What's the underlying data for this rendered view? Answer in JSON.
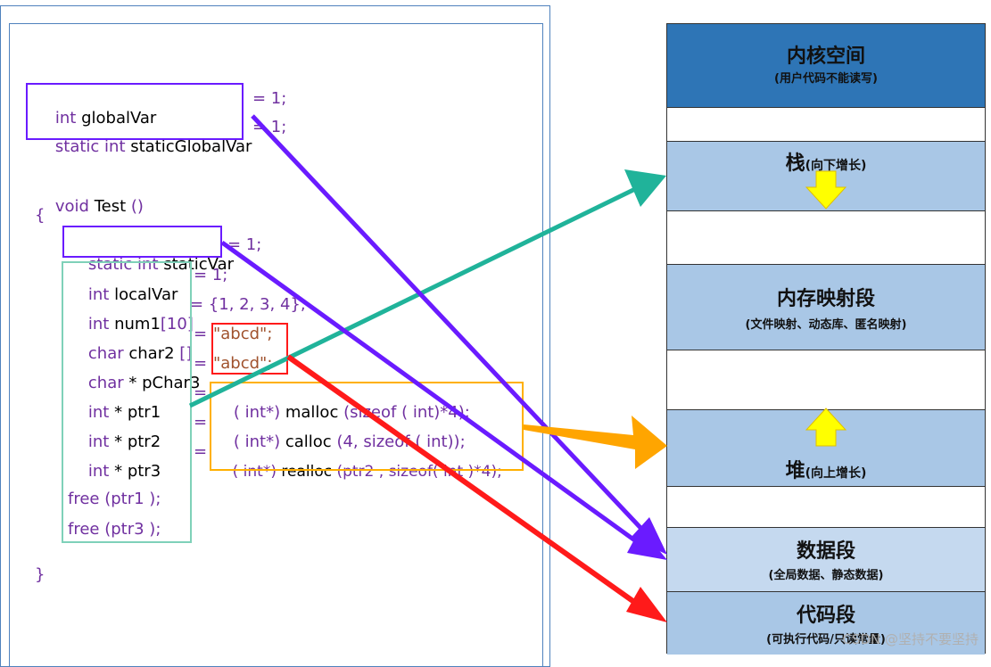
{
  "code": {
    "l1": {
      "type": "int",
      "name": "globalVar",
      "assign": "= 1;"
    },
    "l2": {
      "kw": "static int",
      "name": "staticGlobalVar",
      "assign": "= 1;"
    },
    "l3": {
      "kw": "void",
      "name": "Test",
      "paren": "()"
    },
    "brace_open": "{",
    "l4": {
      "kw": "static int",
      "name": "staticVar",
      "assign": "= 1;"
    },
    "l5": {
      "kw": "int",
      "name": "localVar",
      "assign": "= 1;"
    },
    "l6": {
      "kw": "int",
      "name": "num1",
      "idx": "[10]",
      "assign": "= {1, 2, 3, 4};"
    },
    "l7": {
      "kw": "char",
      "name": "char2",
      "idx": "[]",
      "eq": "=",
      "str": "\"abcd\";"
    },
    "l8": {
      "kw": "char",
      "star": "*",
      "name": "pChar3",
      "eq": "=",
      "str": "\"abcd\";"
    },
    "l9": {
      "kw": "int",
      "star": "*",
      "name": "ptr1",
      "eq": "=",
      "cast_a": "( int*)",
      "fn": "malloc",
      "args": "(sizeof ( int)*4);"
    },
    "l10": {
      "kw": "int",
      "star": "*",
      "name": "ptr2",
      "eq": "=",
      "cast_a": "( int*)",
      "fn": "calloc",
      "args": "(4, sizeof ( int));"
    },
    "l11": {
      "kw": "int",
      "star": "*",
      "name": "ptr3",
      "eq": "=",
      "cast_a": "( int*)",
      "fn": "realloc",
      "args": "(ptr2 , sizeof( int )*4);"
    },
    "l12": "free (ptr1 );",
    "l13": "free (ptr3 );",
    "brace_close": "}"
  },
  "memory": {
    "kernel": {
      "title": "内核空间",
      "sub": "(用户代码不能读写)"
    },
    "stack": {
      "title": "栈",
      "sub": "(向下增长)"
    },
    "mmap": {
      "title": "内存映射段",
      "sub": "(文件映射、动态库、匿名映射)"
    },
    "heap": {
      "title": "堆",
      "sub": "(向上增长)"
    },
    "data": {
      "title": "数据段",
      "sub": "(全局数据、静态数据)"
    },
    "code": {
      "title": "代码段",
      "sub": "(可执行代码/只读常量)"
    }
  },
  "colors": {
    "kernel": "#2e75b6",
    "segment": "#a9c7e6",
    "segment_light": "#c5d9ef",
    "purple": "#6a1bff",
    "teal": "#20b39a",
    "orange": "#ffa500",
    "red": "#ff1a1a",
    "yellow": "#ffff00"
  },
  "watermark": "CSDN @坚持不要坚持"
}
